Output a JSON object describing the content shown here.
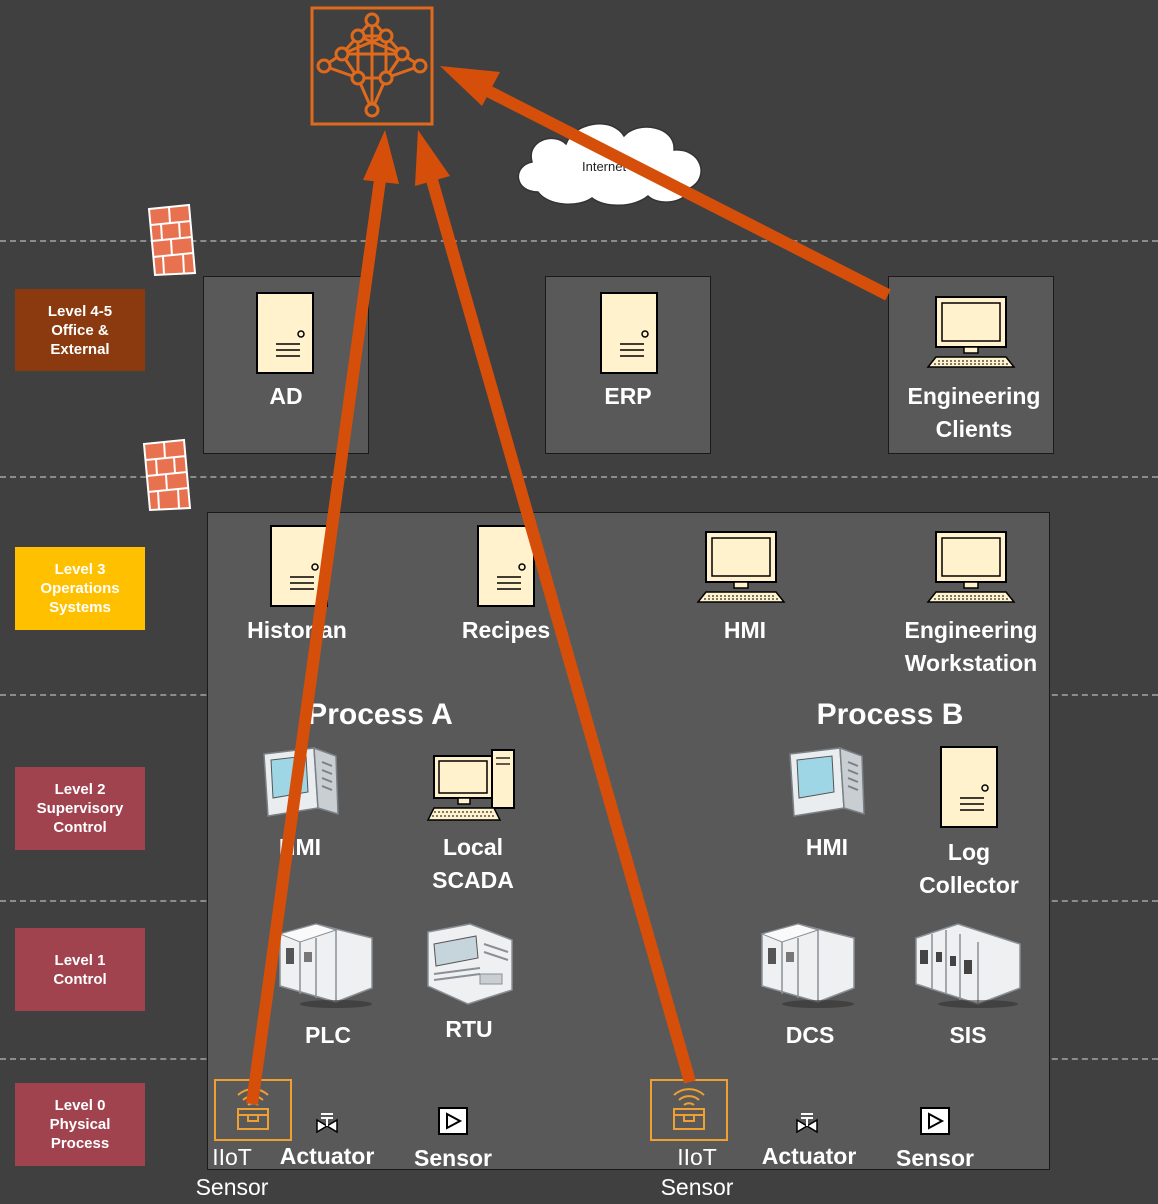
{
  "cloud_label": "Internet",
  "levels": [
    {
      "label": "Level 4-5\nOffice &\nExternal",
      "color": "#8B3A0F"
    },
    {
      "label": "Level 3\nOperations\nSystems",
      "color": "#FFC000"
    },
    {
      "label": "Level 2\nSupervisory\nControl",
      "color": "#A0434F"
    },
    {
      "label": "Level 1\nControl",
      "color": "#A0434F"
    },
    {
      "label": "Level 0\nPhysical\nProcess",
      "color": "#A0434F"
    }
  ],
  "level45": {
    "ad": "AD",
    "erp": "ERP",
    "eng_clients": "Engineering\nClients"
  },
  "level3": {
    "historian": "Historian",
    "recipes": "Recipes",
    "hmi": "HMI",
    "eng_ws": "Engineering\nWorkstation"
  },
  "processes": {
    "a": "Process A",
    "b": "Process B"
  },
  "level2": {
    "hmi_a": "HMI",
    "local_scada": "Local\nSCADA",
    "hmi_b": "HMI",
    "log_collector": "Log\nCollector"
  },
  "level1": {
    "plc": "PLC",
    "rtu": "RTU",
    "dcs": "DCS",
    "sis": "SIS"
  },
  "level0": {
    "iiot_a": "IIoT\nSensor",
    "actuator_a": "Actuator",
    "sensor_a": "Sensor",
    "iiot_b": "IIoT\nSensor",
    "actuator_b": "Actuator",
    "sensor_b": "Sensor"
  },
  "colors": {
    "arrow": "#D64F0A",
    "hub": "#E06A1C",
    "iiot": "#F0A030",
    "server_fill": "#FFF2CC"
  }
}
